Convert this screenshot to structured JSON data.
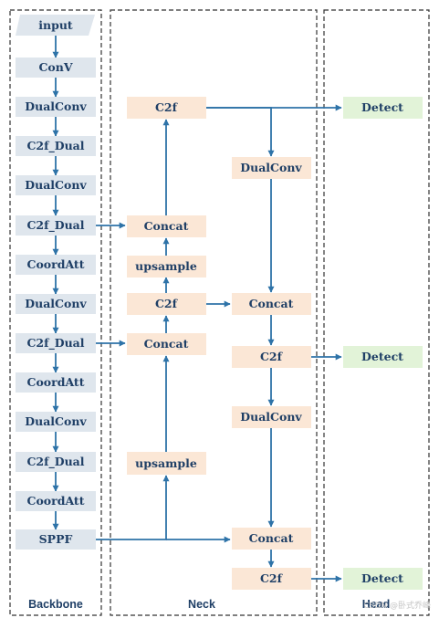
{
  "diagram": {
    "sections": {
      "backbone": "Backbone",
      "neck": "Neck",
      "head": "Head"
    },
    "backbone": [
      "input",
      "ConV",
      "DualConv",
      "C2f_Dual",
      "DualConv",
      "C2f_Dual",
      "CoordAtt",
      "DualConv",
      "C2f_Dual",
      "CoordAtt",
      "DualConv",
      "C2f_Dual",
      "CoordAtt",
      "SPPF"
    ],
    "neck_left": {
      "c2f_top": "C2f",
      "concat_top": "Concat",
      "upsample_top": "upsample",
      "c2f_mid": "C2f",
      "concat_mid": "Concat",
      "upsample_bottom": "upsample"
    },
    "neck_right": {
      "dualconv_top": "DualConv",
      "concat_mid": "Concat",
      "c2f_mid": "C2f",
      "dualconv_bottom": "DualConv",
      "concat_bottom": "Concat",
      "c2f_bottom": "C2f"
    },
    "head": [
      "Detect",
      "Detect",
      "Detect"
    ],
    "colors": {
      "backbone_fill": "#dfe6ed",
      "neck_fill": "#fbe7d6",
      "head_fill": "#e2f3d8",
      "arrow": "#2e73a8",
      "text": "#1f3f66"
    },
    "watermark": "CSDN @卧式乔峰"
  }
}
